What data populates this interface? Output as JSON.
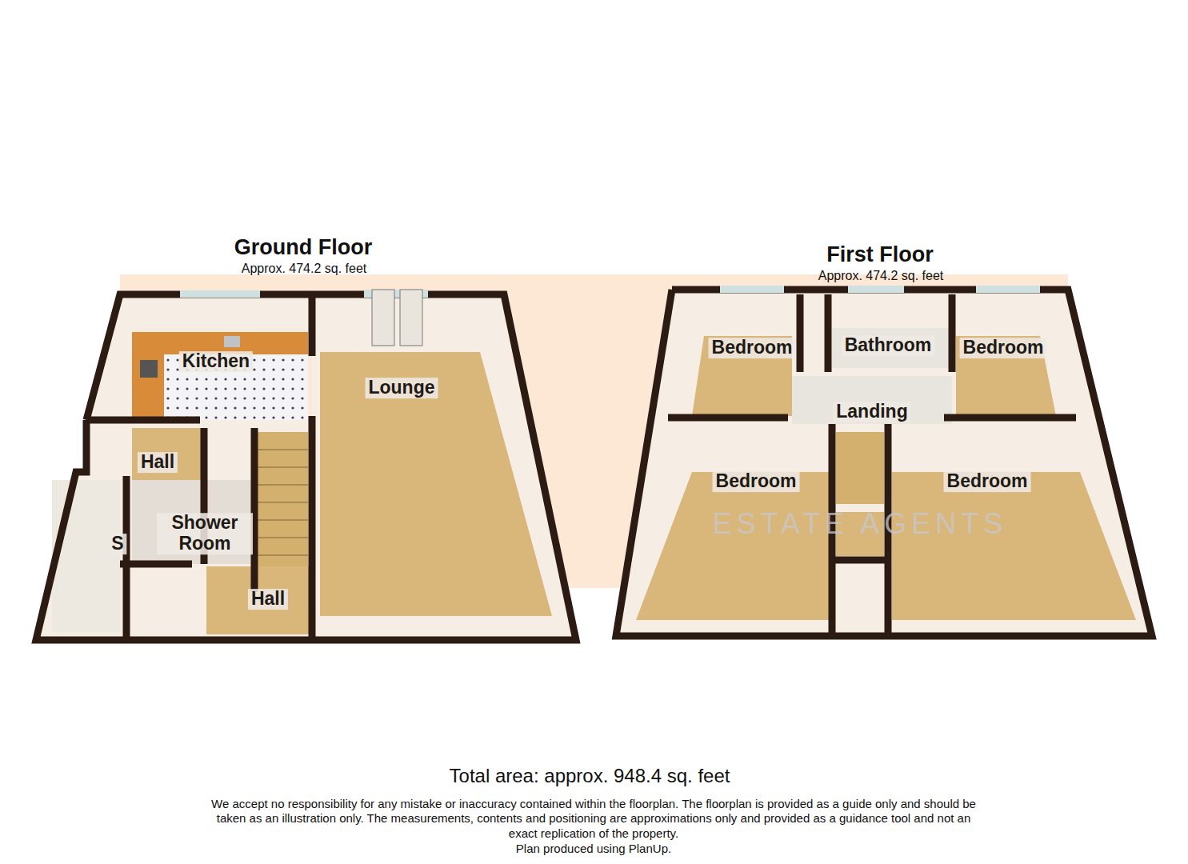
{
  "diagram": {
    "caption": "Total area: approx. 948.4 sq. feet",
    "nodes": [
      {
        "text": [
          "Ground Floor",
          "Approx. 474.2 sq. feet"
        ]
      },
      {
        "text": [
          "Kitchen"
        ],
        "in": 0
      },
      {
        "text": [
          "Lounge"
        ],
        "in": 0
      },
      {
        "text": [
          "Hall"
        ],
        "in": 0
      },
      {
        "text": [
          "Shower Room"
        ],
        "in": 0
      },
      {
        "text": [
          "S"
        ],
        "in": 0
      },
      {
        "text": [
          "Hall"
        ],
        "in": 0
      },
      {
        "text": [
          "First Floor",
          "Approx. 474.2 sq. feet"
        ]
      },
      {
        "text": [
          "Bedroom"
        ],
        "in": 7
      },
      {
        "text": [
          "Bathroom"
        ],
        "in": 7
      },
      {
        "text": [
          "Bedroom"
        ],
        "in": 7
      },
      {
        "text": [
          "Landing"
        ],
        "in": 7
      },
      {
        "text": [
          "Bedroom"
        ],
        "in": 7
      },
      {
        "text": [
          "Bedroom"
        ],
        "in": 7
      }
    ],
    "labels": [
      "ESTATE AGENTS",
      "We accept no responsibility for any mistake or inaccuracy contained within the floorplan. The floorplan is provided as a guide only and should be taken as an illustration only. The measurements, contents and positioning are approximations only and provided as a guidance tool and not an exact replication of the property.",
      "Plan produced using PlanUp."
    ]
  }
}
